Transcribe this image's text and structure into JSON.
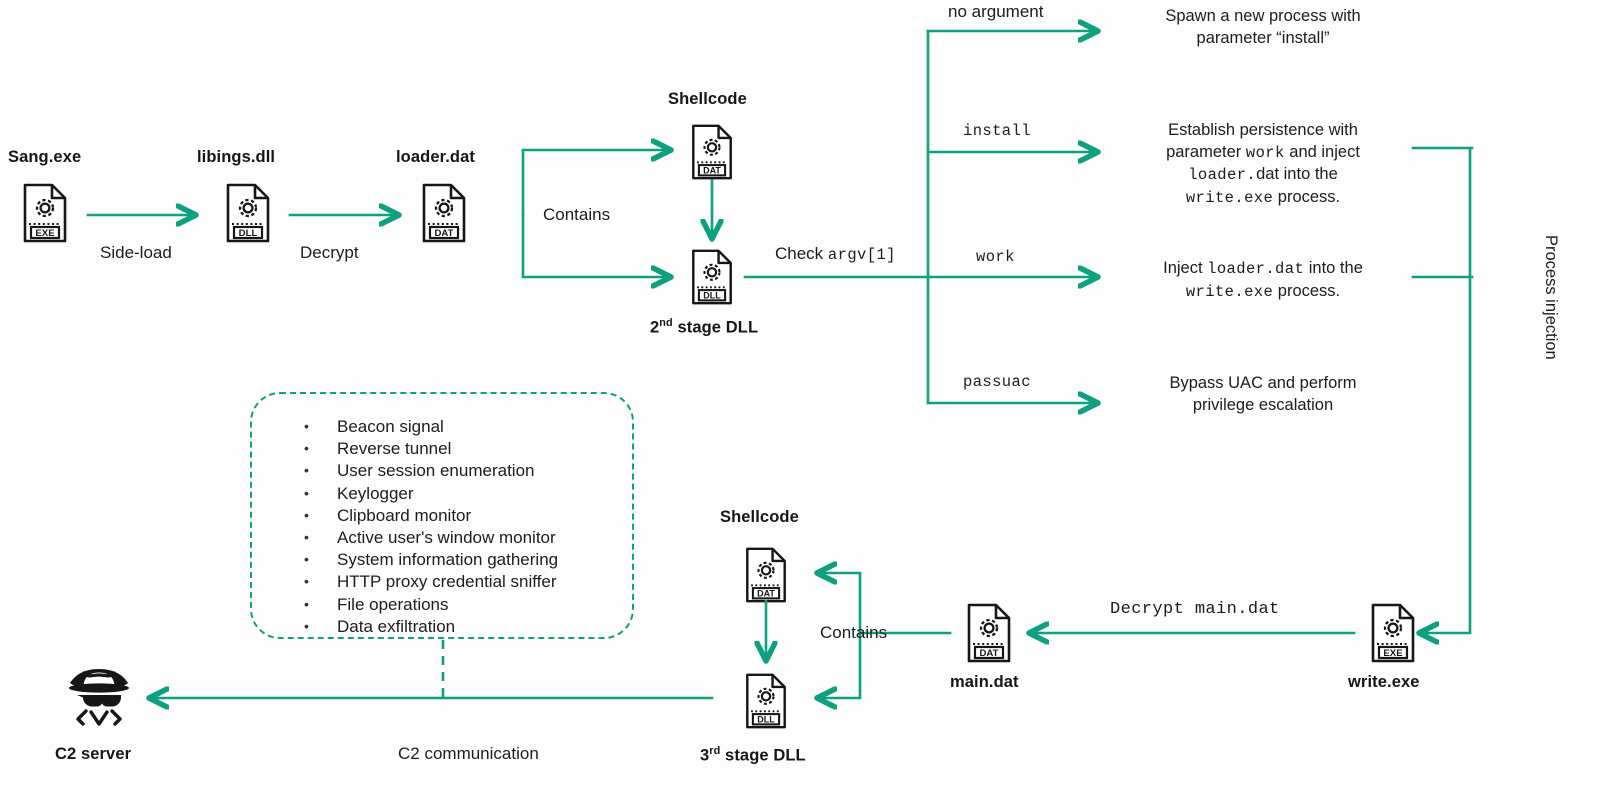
{
  "diagram": {
    "title": "Sang.exe infection chain",
    "accent": "#0fa07f",
    "ink": "#1a1a1a",
    "background": "#fdfdfd"
  },
  "nodes": {
    "sang_exe": {
      "label": "Sang.exe",
      "icon": "file-exe-icon",
      "ext": "EXE"
    },
    "libings_dll": {
      "label": "libings.dll",
      "icon": "file-dll-icon",
      "ext": "DLL"
    },
    "loader_dat": {
      "label": "loader.dat",
      "icon": "file-dat-icon",
      "ext": "DAT"
    },
    "shellcode_top": {
      "label": "Shellcode",
      "icon": "file-dat-icon",
      "ext": "DAT"
    },
    "stage2_dll": {
      "label_pre": "2",
      "label_sup": "nd",
      "label_post": " stage DLL",
      "icon": "file-dll-icon",
      "ext": "DLL"
    },
    "shellcode_bottom": {
      "label": "Shellcode",
      "icon": "file-dat-icon",
      "ext": "DAT"
    },
    "stage3_dll": {
      "label_pre": "3",
      "label_sup": "rd",
      "label_post": " stage DLL",
      "icon": "file-dll-icon",
      "ext": "DLL"
    },
    "main_dat": {
      "label": "main.dat",
      "icon": "file-dat-icon",
      "ext": "DAT"
    },
    "write_exe": {
      "label": "write.exe",
      "icon": "file-exe-icon",
      "ext": "EXE"
    },
    "c2_server": {
      "label": "C2 server",
      "icon": "hacker-spy-icon"
    }
  },
  "edges": {
    "side_load": "Side-load",
    "decrypt": "Decrypt",
    "contains_top": "Contains",
    "contains_bottom": "Contains",
    "check_argv_pre": "Check ",
    "check_argv_mono": "argv[1]",
    "decrypt_main_pre": "Decrypt",
    "decrypt_main_mono": "main.dat",
    "c2_communication": "C2 communication",
    "process_injection": "Process injection"
  },
  "branches": [
    {
      "arg": "no argument",
      "arg_mono": false,
      "desc_lines": [
        [
          {
            "t": "Spawn a new process with",
            "m": false
          }
        ],
        [
          {
            "t": "parameter “install”",
            "m": false
          }
        ]
      ]
    },
    {
      "arg": "install",
      "arg_mono": true,
      "desc_lines": [
        [
          {
            "t": "Establish persistence with",
            "m": false
          }
        ],
        [
          {
            "t": "parameter ",
            "m": false
          },
          {
            "t": "work",
            "m": true
          },
          {
            "t": " and inject",
            "m": false
          }
        ],
        [
          {
            "t": "loader.",
            "m": true
          },
          {
            "t": "dat into the",
            "m": false
          }
        ],
        [
          {
            "t": "write.exe",
            "m": true
          },
          {
            "t": " process.",
            "m": false
          }
        ]
      ]
    },
    {
      "arg": "work",
      "arg_mono": true,
      "desc_lines": [
        [
          {
            "t": "Inject ",
            "m": false
          },
          {
            "t": "loader.dat",
            "m": true
          },
          {
            "t": " into the",
            "m": false
          }
        ],
        [
          {
            "t": "write.exe",
            "m": true
          },
          {
            "t": " process.",
            "m": false
          }
        ]
      ]
    },
    {
      "arg": "passuac",
      "arg_mono": true,
      "desc_lines": [
        [
          {
            "t": "Bypass UAC and perform",
            "m": false
          }
        ],
        [
          {
            "t": "privilege escalation",
            "m": false
          }
        ]
      ]
    }
  ],
  "capabilities": [
    "Beacon signal",
    "Reverse tunnel",
    "User session enumeration",
    "Keylogger",
    "Clipboard monitor",
    "Active user's window monitor",
    "System information gathering",
    "HTTP proxy credential sniffer",
    "File operations",
    "Data exfiltration"
  ]
}
